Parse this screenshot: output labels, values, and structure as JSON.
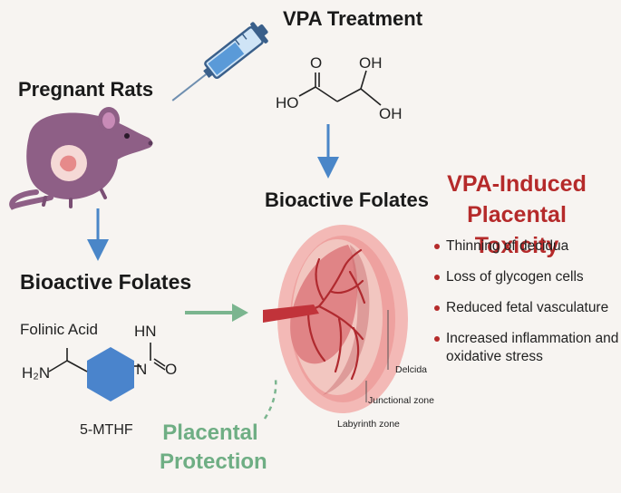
{
  "headings": {
    "vpa_treatment": "VPA Treatment",
    "pregnant_rats": "Pregnant Rats",
    "folates_left": "Bioactive Folates",
    "folates_right": "Bioactive Folates"
  },
  "molecule_vpa": {
    "o": "O",
    "oh_top": "OH",
    "ho": "HO",
    "oh_right": "OH"
  },
  "molecule_folate": {
    "folinic_acid": "Folinic Acid",
    "h2n": "H₂N",
    "hn": "HN",
    "n": "N",
    "o": "O",
    "mthf": "5-MTHF"
  },
  "protection_label": {
    "line1": "Placental",
    "line2": "Protection"
  },
  "toxicity": {
    "title_line1": "VPA-Induced",
    "title_line2": "Placental Toxicity",
    "items": [
      {
        "text": "Thinning of decidua"
      },
      {
        "text": "Loss of glycogen cells"
      },
      {
        "text": "Reduced fetal vasculature"
      },
      {
        "text": "Increased inflammation and oxidative stress"
      }
    ]
  },
  "zones": {
    "decidua": "Delcida",
    "junctional": "Junctional zone",
    "labyrinth": "Labyrinth zone"
  },
  "colors": {
    "arrow_blue": "#4a86c8",
    "arrow_green": "#7bb58f",
    "rat": "#8e5f86",
    "placenta": "#e58a8c",
    "toxicity_red": "#b52a2a",
    "hexagon": "#4a84cc"
  }
}
